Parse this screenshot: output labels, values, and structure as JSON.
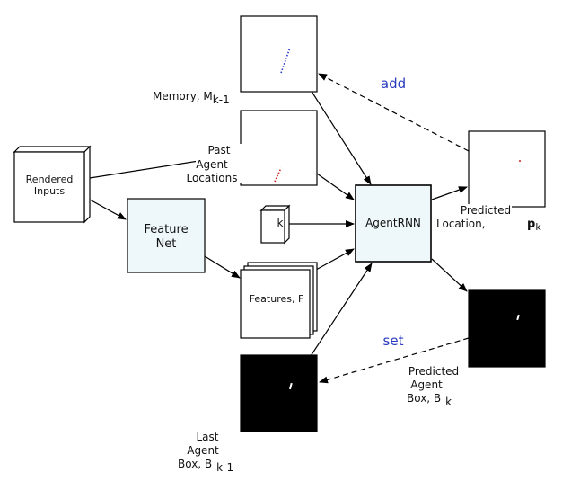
{
  "nodes": {
    "rendered_inputs": [
      "Rendered",
      "Inputs"
    ],
    "feature_net": [
      "Feature",
      "Net"
    ],
    "k_cube": "k",
    "features": "Features, F",
    "agent_rnn": "AgentRNN"
  },
  "labels": {
    "memory": "Memory, M",
    "memory_sub": "k-1",
    "past_locations": [
      "Past",
      "Agent",
      "Locations"
    ],
    "predicted_location": [
      "Predicted",
      "Location,"
    ],
    "predicted_location_symbol": "p",
    "predicted_location_sub": "k",
    "predicted_box": [
      "Predicted",
      "Agent",
      "Box, B"
    ],
    "predicted_box_sub": "k",
    "last_box": [
      "Last",
      "Agent",
      "Box, B"
    ],
    "last_box_sub": "k-1"
  },
  "edge_labels": {
    "add": "add",
    "set": "set"
  },
  "colors": {
    "feature_fill": "#eef8fb",
    "memory_dots": "#2233cc",
    "past_dots": "#cc2222",
    "edge_label": "#2a3cc0",
    "box_panel": "#000000"
  }
}
